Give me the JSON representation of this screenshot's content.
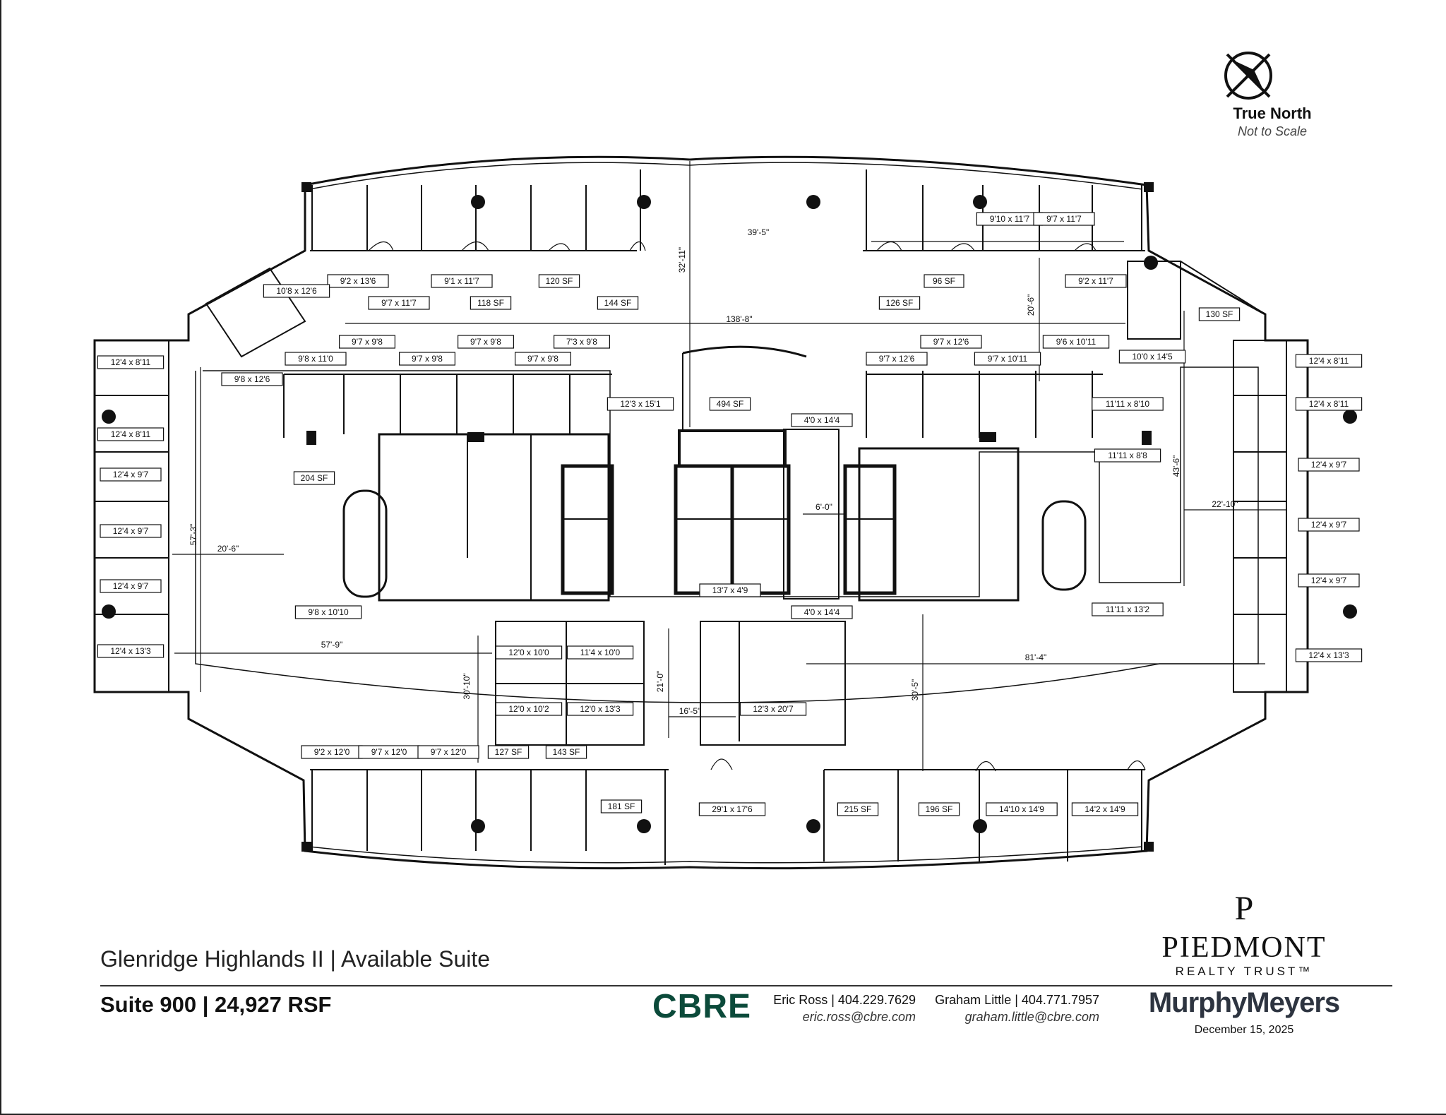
{
  "compass": {
    "title": "True North",
    "subtitle": "Not to Scale"
  },
  "footer": {
    "building": "Glenridge Highlands II | Available Suite",
    "suite": "Suite 900 | 24,927 RSF",
    "broker_logo": "CBRE",
    "contacts": [
      {
        "name": "Eric Ross | 404.229.7629",
        "email": "eric.ross@cbre.com"
      },
      {
        "name": "Graham Little | 404.771.7957",
        "email": "graham.little@cbre.com"
      }
    ],
    "owner_mark": "P",
    "owner_name": "PIEDMONT",
    "owner_sub": "REALTY TRUST™",
    "architect": "MurphyMeyers",
    "date": "December 15, 2025"
  },
  "rooms": [
    {
      "label": "9'2 x 13'6"
    },
    {
      "label": "9'7 x 11'7"
    },
    {
      "label": "9'1 x 11'7"
    },
    {
      "label": "118 SF"
    },
    {
      "label": "120 SF"
    },
    {
      "label": "144 SF"
    },
    {
      "label": "10'8 x 12'6"
    },
    {
      "label": "9'8 x 12'6"
    },
    {
      "label": "126 SF"
    },
    {
      "label": "96 SF"
    },
    {
      "label": "9'10 x 11'7"
    },
    {
      "label": "9'7 x 11'7"
    },
    {
      "label": "9'2 x 11'7"
    },
    {
      "label": "130 SF"
    },
    {
      "label": "10'0 x 14'5"
    },
    {
      "label": "9'7 x 9'8"
    },
    {
      "label": "9'8 x 11'0"
    },
    {
      "label": "9'7 x 9'8"
    },
    {
      "label": "9'7 x 9'8"
    },
    {
      "label": "9'7 x 9'8"
    },
    {
      "label": "7'3 x 9'8"
    },
    {
      "label": "12'3 x 15'1"
    },
    {
      "label": "494 SF"
    },
    {
      "label": "9'7 x 12'6"
    },
    {
      "label": "9'7 x 12'6"
    },
    {
      "label": "9'7 x 10'11"
    },
    {
      "label": "9'6 x 10'11"
    },
    {
      "label": "11'11 x 8'10"
    },
    {
      "label": "11'11 x 8'8"
    },
    {
      "label": "4'0 x 14'4"
    },
    {
      "label": "204 SF"
    },
    {
      "label": "13'7 x 4'9"
    },
    {
      "label": "4'0 x 14'4"
    },
    {
      "label": "9'8 x 10'10"
    },
    {
      "label": "11'11 x 13'2"
    },
    {
      "label": "12'4 x 8'11"
    },
    {
      "label": "12'4 x 8'11"
    },
    {
      "label": "12'4 x 9'7"
    },
    {
      "label": "12'4 x 9'7"
    },
    {
      "label": "12'4 x 9'7"
    },
    {
      "label": "12'4 x 13'3"
    },
    {
      "label": "12'4 x 8'11"
    },
    {
      "label": "12'4 x 8'11"
    },
    {
      "label": "12'4 x 9'7"
    },
    {
      "label": "12'4 x 9'7"
    },
    {
      "label": "12'4 x 9'7"
    },
    {
      "label": "12'4 x 13'3"
    },
    {
      "label": "12'0 x 10'0"
    },
    {
      "label": "11'4 x 10'0"
    },
    {
      "label": "12'0 x 10'2"
    },
    {
      "label": "12'0 x 13'3"
    },
    {
      "label": "12'3 x 20'7"
    },
    {
      "label": "9'2 x 12'0"
    },
    {
      "label": "9'7 x 12'0"
    },
    {
      "label": "9'7 x 12'0"
    },
    {
      "label": "127 SF"
    },
    {
      "label": "143 SF"
    },
    {
      "label": "181 SF"
    },
    {
      "label": "29'1 x 17'6"
    },
    {
      "label": "215 SF"
    },
    {
      "label": "196 SF"
    },
    {
      "label": "14'10 x 14'9"
    },
    {
      "label": "14'2 x 14'9"
    }
  ],
  "dimensions": [
    {
      "label": "39'-5\""
    },
    {
      "label": "32'-11\""
    },
    {
      "label": "138'-8\""
    },
    {
      "label": "20'-6\""
    },
    {
      "label": "43'-6\""
    },
    {
      "label": "22'-10\""
    },
    {
      "label": "57'-3\""
    },
    {
      "label": "20'-6\""
    },
    {
      "label": "6'-0\""
    },
    {
      "label": "57'-9\""
    },
    {
      "label": "30'-10\""
    },
    {
      "label": "21'-0\""
    },
    {
      "label": "16'-5\""
    },
    {
      "label": "81'-4\""
    },
    {
      "label": "30'-5\""
    }
  ]
}
